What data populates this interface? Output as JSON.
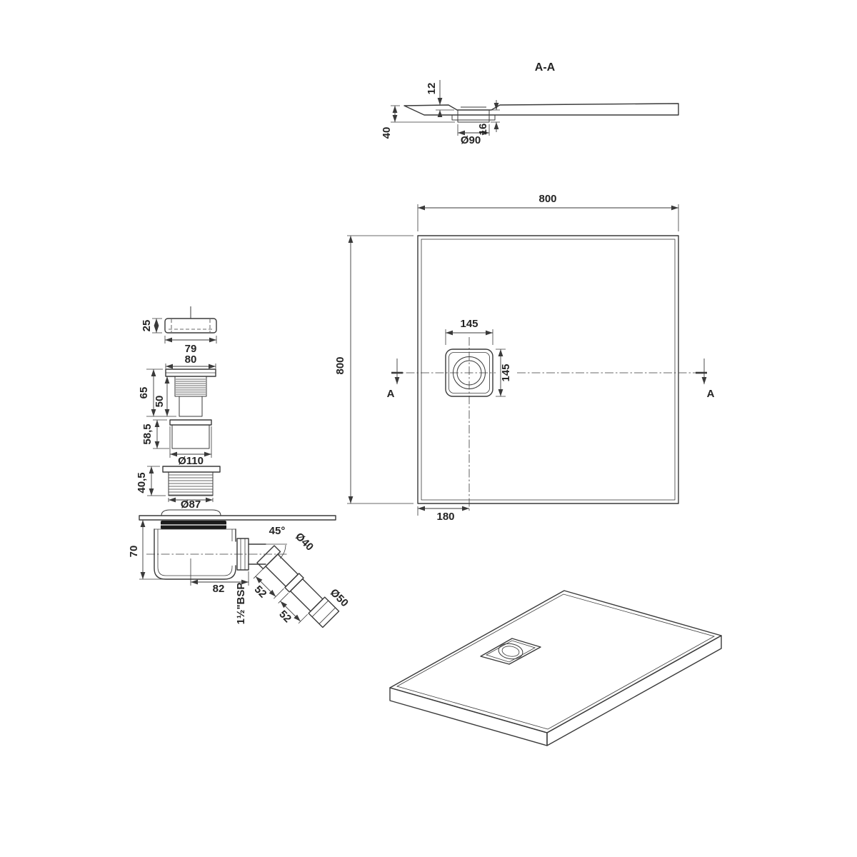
{
  "drawing": {
    "background_color": "#ffffff",
    "line_color": "#3a3a3a",
    "text_color": "#242424"
  },
  "section_view": {
    "title": "A-A",
    "dims": {
      "rim_thickness": "12",
      "overall_height": "40",
      "drain_diameter": "Ø90",
      "recess_depth": "16"
    }
  },
  "plan_view": {
    "dims": {
      "width": "800",
      "depth": "800",
      "drain_width": "145",
      "drain_depth": "145",
      "drain_offset": "180"
    },
    "section_marker_left": "A",
    "section_marker_right": "A"
  },
  "waste_kit": {
    "dims": {
      "cap_height": "25",
      "cap_diameter": "79",
      "flange_diameter": "80",
      "upper_height": "65",
      "upper_inner_height": "50",
      "cup_height": "58,5",
      "cup_diameter": "Ø110",
      "thread_height": "40,5",
      "thread_diameter": "Ø87",
      "trap_height": "70",
      "trap_offset": "82",
      "elbow_angle": "45°",
      "pipe_diameter": "Ø40",
      "pipe_length_1": "52",
      "pipe_length_2": "52",
      "outlet_diameter": "Ø50",
      "thread_spec": "1½\"BSP"
    }
  }
}
